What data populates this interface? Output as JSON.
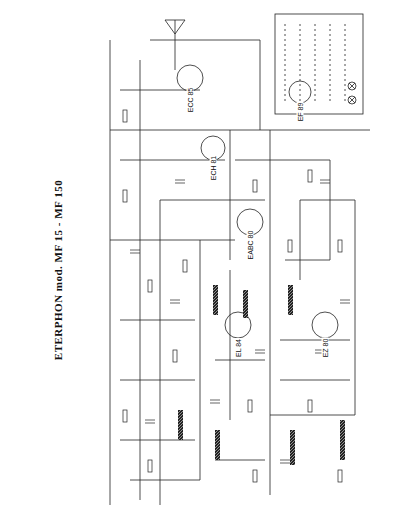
{
  "diagram": {
    "title": "ETERPHON mod. MF 15 - MF 150",
    "labels": [
      "ECC 85",
      "ECH 81",
      "EF 89",
      "EABC 80",
      "EL 84",
      "EZ 80"
    ]
  }
}
